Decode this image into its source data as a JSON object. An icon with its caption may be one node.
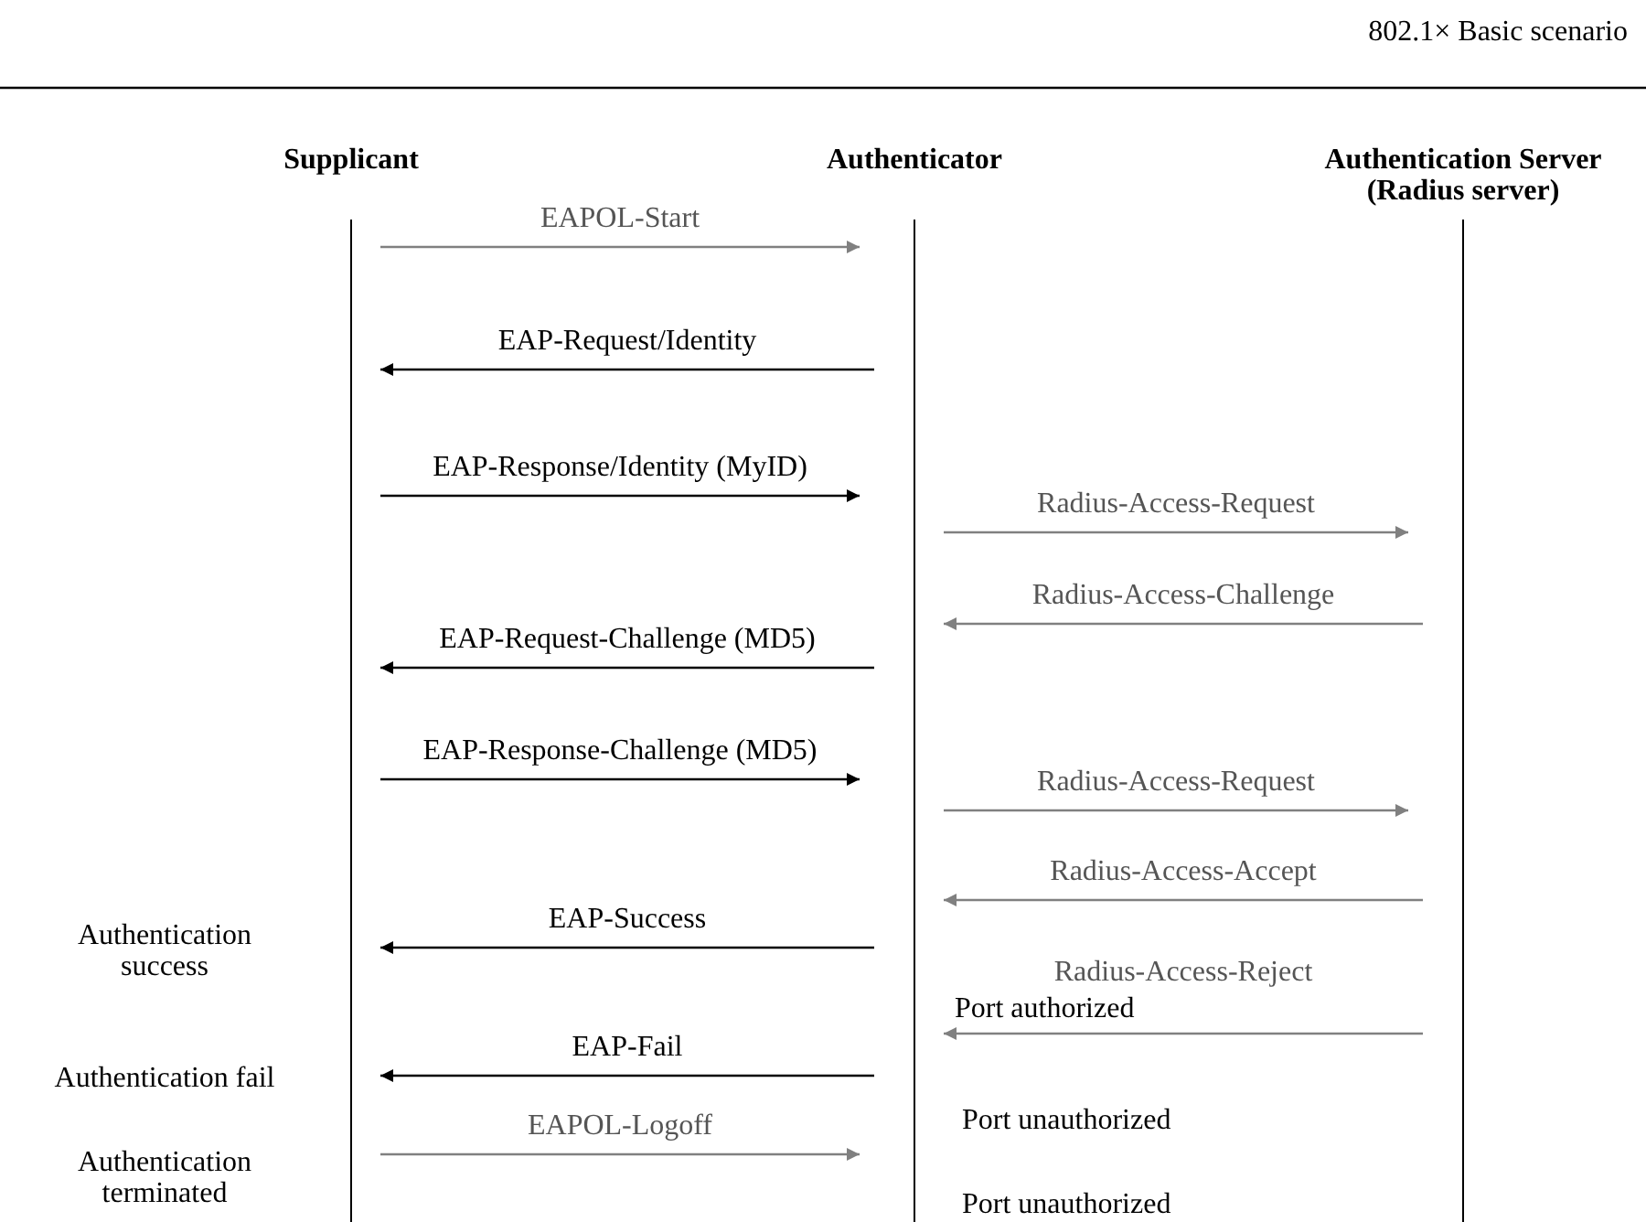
{
  "diagram": {
    "title": "802.1× Basic scenario",
    "nodes": [
      {
        "text": [
          "Supplicant"
        ]
      },
      {
        "text": [
          "Authenticator"
        ]
      },
      {
        "text": [
          "Authentication Server (Radius server)"
        ]
      }
    ],
    "edges": [
      {
        "from": 0,
        "to": 1,
        "arrow": "to",
        "label": "EAPOL-Start"
      },
      {
        "from": 1,
        "to": 0,
        "arrow": "to",
        "label": "EAP-Request/Identity",
        "color": "#000000"
      },
      {
        "from": 0,
        "to": 1,
        "arrow": "to",
        "label": "EAP-Response/Identity (MyID)",
        "color": "#000000"
      },
      {
        "from": 1,
        "to": 2,
        "arrow": "to",
        "label": "Radius-Access-Request"
      },
      {
        "from": 2,
        "to": 1,
        "arrow": "to",
        "label": "Radius-Access-Challenge"
      },
      {
        "from": 1,
        "to": 0,
        "arrow": "to",
        "label": "EAP-Request-Challenge (MD5)",
        "color": "#000000"
      },
      {
        "from": 0,
        "to": 1,
        "arrow": "to",
        "label": "EAP-Response-Challenge (MD5)",
        "color": "#000000"
      },
      {
        "from": 1,
        "to": 2,
        "arrow": "to",
        "label": "Radius-Access-Request"
      },
      {
        "from": 2,
        "to": 1,
        "arrow": "to",
        "label": "Radius-Access-Accept"
      },
      {
        "from": 1,
        "to": 0,
        "arrow": "to",
        "label": "EAP-Success",
        "color": "#000000"
      },
      {
        "from": 2,
        "to": 1,
        "arrow": "to",
        "label": "Radius-Access-Reject"
      },
      {
        "from": 1,
        "to": 0,
        "arrow": "to",
        "label": "EAP-Fail",
        "color": "#000000"
      },
      {
        "from": 0,
        "to": 1,
        "arrow": "to",
        "label": "EAPOL-Logoff"
      }
    ],
    "labels": [
      "Authentication success",
      "Port authorized",
      "Authentication fail",
      "Port unauthorized",
      "Authentication terminated",
      "Port unauthorized"
    ]
  }
}
